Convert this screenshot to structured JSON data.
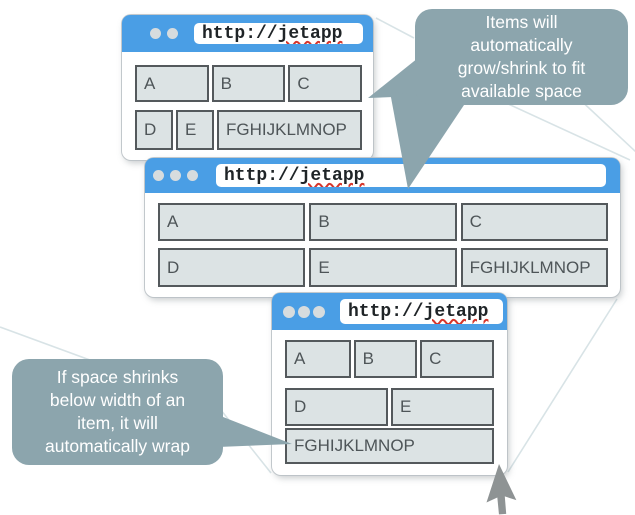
{
  "colors": {
    "titlebar_blue": "#4A9EE5",
    "box_fill": "#DCE3E4",
    "box_border": "#54595C",
    "box_text": "#4E5558",
    "bubble_fill": "#8CA5AD",
    "bubble_text": "#FFFFFF",
    "url_text": "#1F2427",
    "squiggle_red": "#D6352B",
    "connector_line": "#D8E3E6",
    "cursor_gray": "#8E9394"
  },
  "windows": [
    {
      "dots": 2,
      "url_prefix": "http://",
      "url_word": "jetapp",
      "rows": [
        {
          "items": [
            {
              "label": "A"
            },
            {
              "label": "B"
            },
            {
              "label": "C"
            }
          ]
        },
        {
          "items": [
            {
              "label": "D"
            },
            {
              "label": "E"
            },
            {
              "label": "FGHIJKLMNOP"
            }
          ]
        }
      ]
    },
    {
      "dots": 3,
      "url_prefix": "http://",
      "url_word": "jetapp",
      "rows": [
        {
          "items": [
            {
              "label": "A"
            },
            {
              "label": "B"
            },
            {
              "label": "C"
            }
          ]
        },
        {
          "items": [
            {
              "label": "D"
            },
            {
              "label": "E"
            },
            {
              "label": "FGHIJKLMNOP"
            }
          ]
        }
      ]
    },
    {
      "dots": 3,
      "url_prefix": "http://",
      "url_word": "jetapp",
      "rows": [
        {
          "items": [
            {
              "label": "A"
            },
            {
              "label": "B"
            },
            {
              "label": "C"
            }
          ]
        },
        {
          "items": [
            {
              "label": "D"
            },
            {
              "label": "E"
            }
          ]
        },
        {
          "items": [
            {
              "label": "FGHIJKLMNOP"
            }
          ]
        }
      ]
    }
  ],
  "callouts": [
    {
      "text": "Items will automatically grow/shrink to fit available space",
      "lines": [
        "Items will",
        "automatically",
        "grow/shrink to fit",
        "available space"
      ]
    },
    {
      "text": "If space shrinks below width of an item, it will automatically wrap",
      "lines": [
        "If space shrinks",
        "below width of an",
        "item, it will",
        "automatically wrap"
      ]
    }
  ]
}
